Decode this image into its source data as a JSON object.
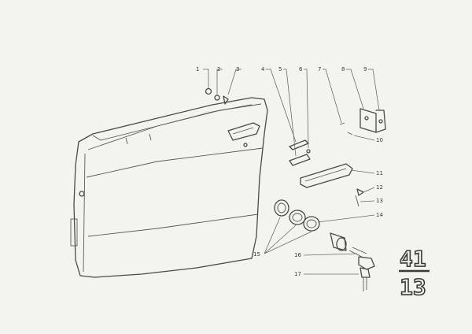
{
  "diagram": {
    "callouts": [
      {
        "id": "c1",
        "label": "1"
      },
      {
        "id": "c2",
        "label": "2"
      },
      {
        "id": "c3",
        "label": "3"
      },
      {
        "id": "c4",
        "label": "4"
      },
      {
        "id": "c5",
        "label": "5"
      },
      {
        "id": "c6",
        "label": "6"
      },
      {
        "id": "c7",
        "label": "7"
      },
      {
        "id": "c8",
        "label": "8"
      },
      {
        "id": "c9",
        "label": "9"
      },
      {
        "id": "c10",
        "label": "10"
      },
      {
        "id": "c11",
        "label": "11"
      },
      {
        "id": "c12",
        "label": "12"
      },
      {
        "id": "c13",
        "label": "13"
      },
      {
        "id": "c14",
        "label": "14"
      },
      {
        "id": "c15",
        "label": "15"
      },
      {
        "id": "c16",
        "label": "16"
      },
      {
        "id": "c17",
        "label": "17"
      }
    ],
    "group_number": {
      "top": "41",
      "bottom": "13"
    }
  }
}
